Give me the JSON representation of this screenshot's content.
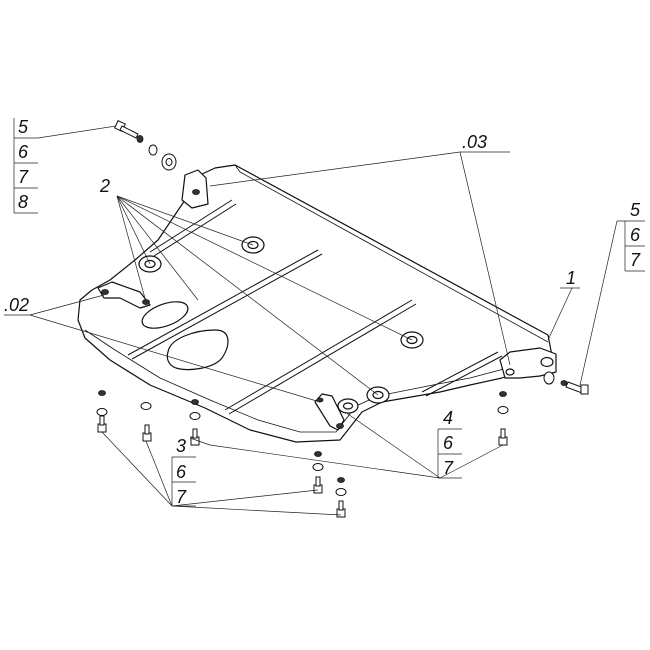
{
  "callouts": {
    "bolt_top_left": [
      "5",
      "6",
      "7",
      "8"
    ],
    "bolt_right": [
      "5",
      "6",
      "7"
    ],
    "front_bracket": ".03",
    "studs": "2",
    "rear_bracket": ".02",
    "plate": "1",
    "bolt_bottom_right": [
      "4",
      "6",
      "7"
    ],
    "bolt_bottom_center": [
      "3",
      "6",
      "7"
    ]
  }
}
